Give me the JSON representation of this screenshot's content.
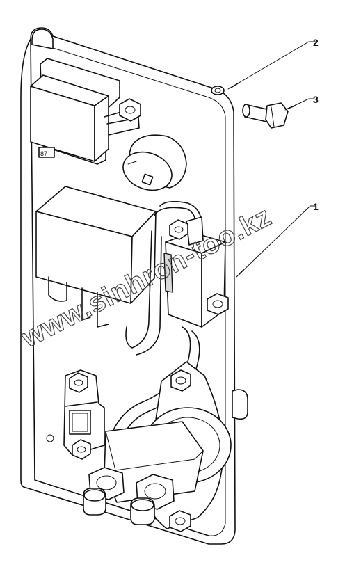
{
  "callouts": [
    {
      "label": "1"
    },
    {
      "label": "2"
    },
    {
      "label": "3"
    }
  ],
  "watermark": "www.sinhron-too.kz",
  "stamp": "87"
}
